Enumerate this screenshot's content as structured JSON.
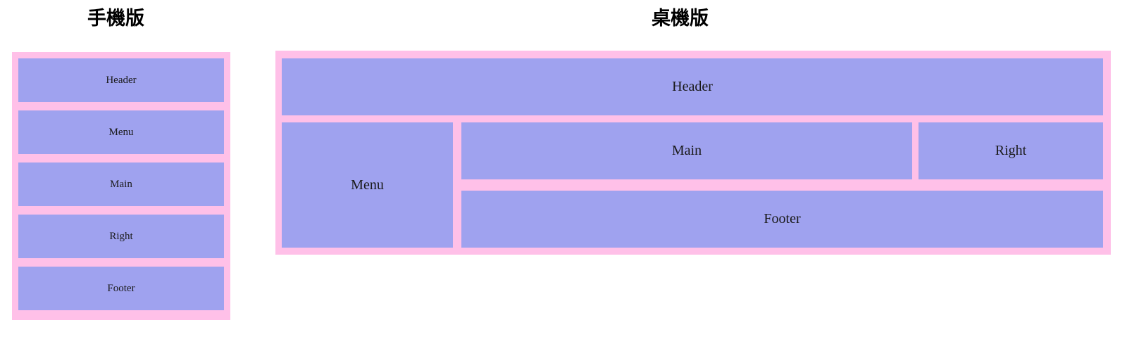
{
  "page": {
    "background_color": "#ffffff",
    "accent_frame_color": "#ffc0e8",
    "block_color": "#9fa2ef",
    "text_color": "#1a1a1a"
  },
  "sections": {
    "mobile": {
      "title": "手機版",
      "blocks": [
        {
          "label": "Header"
        },
        {
          "label": "Menu"
        },
        {
          "label": "Main"
        },
        {
          "label": "Right"
        },
        {
          "label": "Footer"
        }
      ]
    },
    "desktop": {
      "title": "桌機版",
      "blocks": [
        {
          "label": "Header"
        },
        {
          "label": "Menu"
        },
        {
          "label": "Main"
        },
        {
          "label": "Right"
        },
        {
          "label": "Footer"
        }
      ]
    }
  }
}
